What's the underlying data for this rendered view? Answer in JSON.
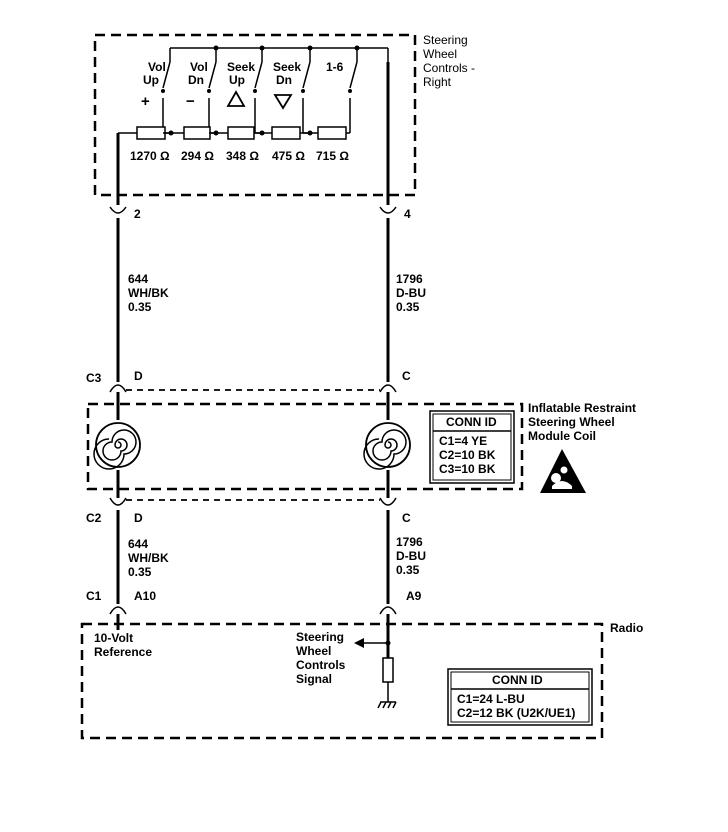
{
  "switch_assembly": {
    "title_lines": [
      "Steering",
      "Wheel",
      "Controls -",
      "Right"
    ],
    "switches": [
      {
        "line1": "Vol",
        "line2": "Up",
        "symbol": "+",
        "resistance": "1270 Ω"
      },
      {
        "line1": "Vol",
        "line2": "Dn",
        "symbol": "−",
        "resistance": "294 Ω"
      },
      {
        "line1": "Seek",
        "line2": "Up",
        "symbol": "up-triangle-icon",
        "resistance": "348 Ω"
      },
      {
        "line1": "Seek",
        "line2": "Dn",
        "symbol": "down-triangle-icon",
        "resistance": "475 Ω"
      },
      {
        "line1": "1-6",
        "line2": "",
        "symbol": "",
        "resistance": "715 Ω"
      }
    ],
    "pin_left": "2",
    "pin_right": "4"
  },
  "upper_wires": {
    "left": {
      "circuit": "644",
      "color": "WH/BK",
      "size": "0.35"
    },
    "right": {
      "circuit": "1796",
      "color": "D-BU",
      "size": "0.35"
    }
  },
  "coil_module": {
    "title_lines": [
      "Inflatable Restraint",
      "Steering Wheel",
      "Module Coil"
    ],
    "upper_connector": {
      "name": "C3",
      "left_pin": "D",
      "right_pin": "C"
    },
    "lower_connector": {
      "name": "C2",
      "left_pin": "D",
      "right_pin": "C"
    },
    "conn_id": {
      "header": "CONN ID",
      "rows": [
        "C1=4 YE",
        "C2=10 BK",
        "C3=10 BK"
      ]
    },
    "warning_icon": "airbag-warning-icon"
  },
  "lower_wires": {
    "left": {
      "circuit": "644",
      "color": "WH/BK",
      "size": "0.35"
    },
    "right": {
      "circuit": "1796",
      "color": "D-BU",
      "size": "0.35"
    }
  },
  "radio": {
    "title": "Radio",
    "connector": "C1",
    "pin_left": "A10",
    "pin_right": "A9",
    "reference_lines": [
      "10-Volt",
      "Reference"
    ],
    "signal_lines": [
      "Steering",
      "Wheel",
      "Controls",
      "Signal"
    ],
    "conn_id": {
      "header": "CONN ID",
      "rows": [
        "C1=24 L-BU",
        "C2=12 BK (U2K/UE1)"
      ]
    }
  }
}
